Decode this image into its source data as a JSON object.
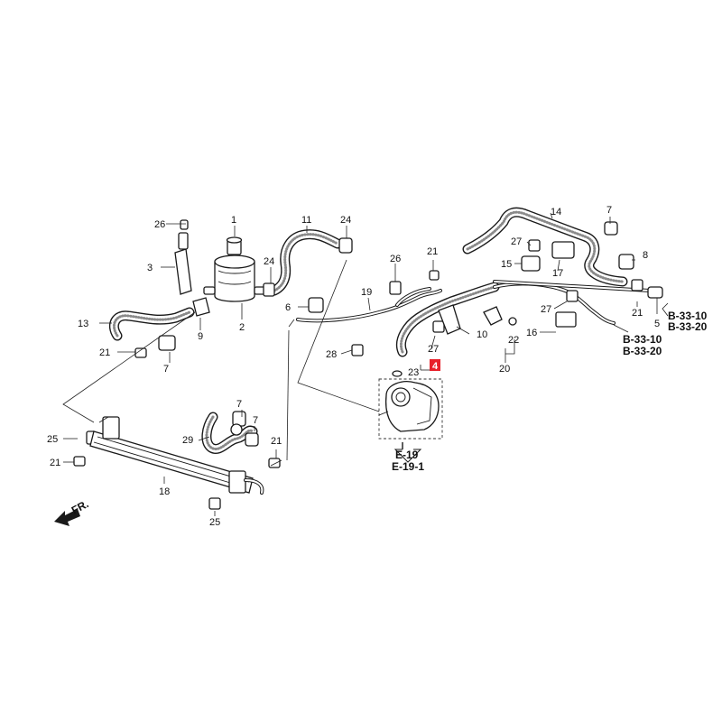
{
  "diagram": {
    "callouts": {
      "c1": "1",
      "c2": "2",
      "c3": "3",
      "c4": "4",
      "c5": "5",
      "c6": "6",
      "c7a": "7",
      "c7b": "7",
      "c7c": "7",
      "c7d": "7",
      "c8": "8",
      "c9": "9",
      "c10": "10",
      "c11": "11",
      "c13": "13",
      "c14": "14",
      "c15": "15",
      "c16": "16",
      "c17": "17",
      "c18": "18",
      "c19": "19",
      "c20": "20",
      "c21a": "21",
      "c21b": "21",
      "c21c": "21",
      "c21d": "21",
      "c21e": "21",
      "c22": "22",
      "c23": "23",
      "c24a": "24",
      "c24b": "24",
      "c25a": "25",
      "c25b": "25",
      "c26a": "26",
      "c26b": "26",
      "c27a": "27",
      "c27b": "27",
      "c27c": "27",
      "c28": "28",
      "c29": "29"
    },
    "refs": {
      "e19": "E-19",
      "e19_1": "E-19-1",
      "b3310_a": "B-33-10",
      "b3320_a": "B-33-20",
      "b3310_b": "B-33-10",
      "b3320_b": "B-33-20"
    },
    "front_marker": "FR.",
    "highlight_color": "#e8202a"
  }
}
